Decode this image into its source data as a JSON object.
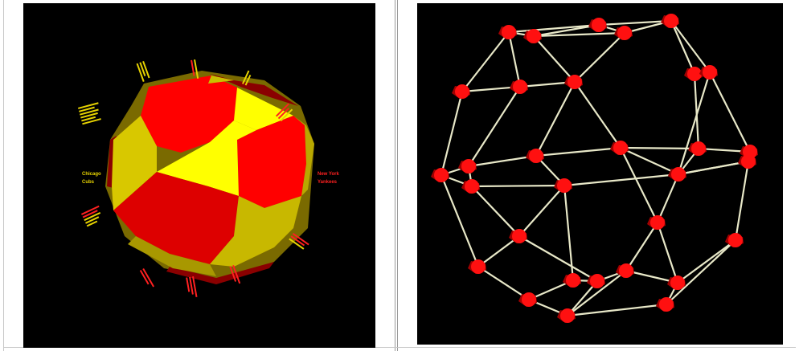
{
  "page": {
    "background": "#ffffff",
    "panel_background": "#000000"
  },
  "left_figure": {
    "colors": {
      "red": "#ff0000",
      "dark_red": "#cc0000",
      "yellow": "#ffff00",
      "olive": "#c8c000",
      "dark_olive": "#7a6a00",
      "label_yellow": "#e6d200",
      "label_red": "#ff2020"
    },
    "labels": {
      "chicago": "Chicago",
      "chicago_line2": "Cubs",
      "new_york": "New York",
      "new_york_line2": "Yankees"
    }
  },
  "right_figure": {
    "colors": {
      "node": "#ff1010",
      "node_shade": "#a00000",
      "edge": "#e8e8c8"
    }
  }
}
